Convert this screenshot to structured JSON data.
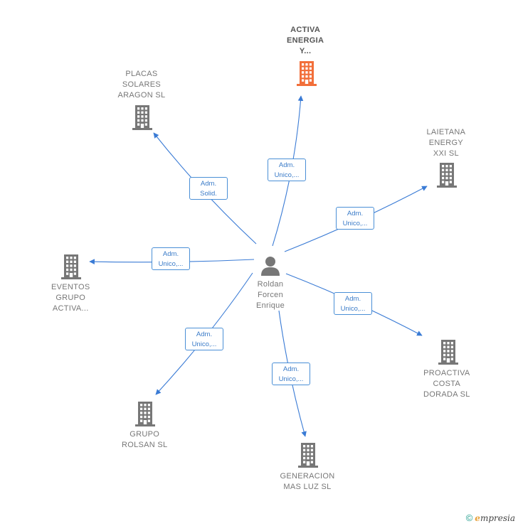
{
  "colors": {
    "edge": "#3a7bd5",
    "building": "#777777",
    "building_highlight": "#f26f3a",
    "person": "#777777"
  },
  "center": {
    "lines": [
      "Roldan",
      "Forcen",
      "Enrique"
    ],
    "icon": "person-icon"
  },
  "nodes": [
    {
      "id": "activa",
      "lines": [
        "ACTIVA",
        "ENERGIA",
        "Y..."
      ],
      "highlight": true,
      "icon": "building-icon"
    },
    {
      "id": "placas",
      "lines": [
        "PLACAS",
        "SOLARES",
        "ARAGON  SL"
      ],
      "highlight": false,
      "icon": "building-icon"
    },
    {
      "id": "laietana",
      "lines": [
        "LAIETANA",
        "ENERGY",
        "XXI  SL"
      ],
      "highlight": false,
      "icon": "building-icon"
    },
    {
      "id": "eventos",
      "lines": [
        "EVENTOS",
        "GRUPO",
        "ACTIVA..."
      ],
      "highlight": false,
      "icon": "building-icon"
    },
    {
      "id": "proactiva",
      "lines": [
        "PROACTIVA",
        "COSTA",
        "DORADA  SL"
      ],
      "highlight": false,
      "icon": "building-icon"
    },
    {
      "id": "rolsan",
      "lines": [
        "GRUPO",
        "ROLSAN  SL"
      ],
      "highlight": false,
      "icon": "building-icon"
    },
    {
      "id": "generacion",
      "lines": [
        "GENERACION",
        "MAS LUZ  SL"
      ],
      "highlight": false,
      "icon": "building-icon"
    }
  ],
  "edges": [
    {
      "to": "activa",
      "label": [
        "Adm.",
        "Unico,..."
      ]
    },
    {
      "to": "placas",
      "label": [
        "Adm.",
        "Solid."
      ]
    },
    {
      "to": "laietana",
      "label": [
        "Adm.",
        "Unico,..."
      ]
    },
    {
      "to": "eventos",
      "label": [
        "Adm.",
        "Unico,..."
      ]
    },
    {
      "to": "proactiva",
      "label": [
        "Adm.",
        "Unico,..."
      ]
    },
    {
      "to": "rolsan",
      "label": [
        "Adm.",
        "Unico,..."
      ]
    },
    {
      "to": "generacion",
      "label": [
        "Adm.",
        "Unico,..."
      ]
    }
  ],
  "footer": {
    "copyright_symbol": "©",
    "brand_first": "e",
    "brand_rest": "mpresia"
  }
}
